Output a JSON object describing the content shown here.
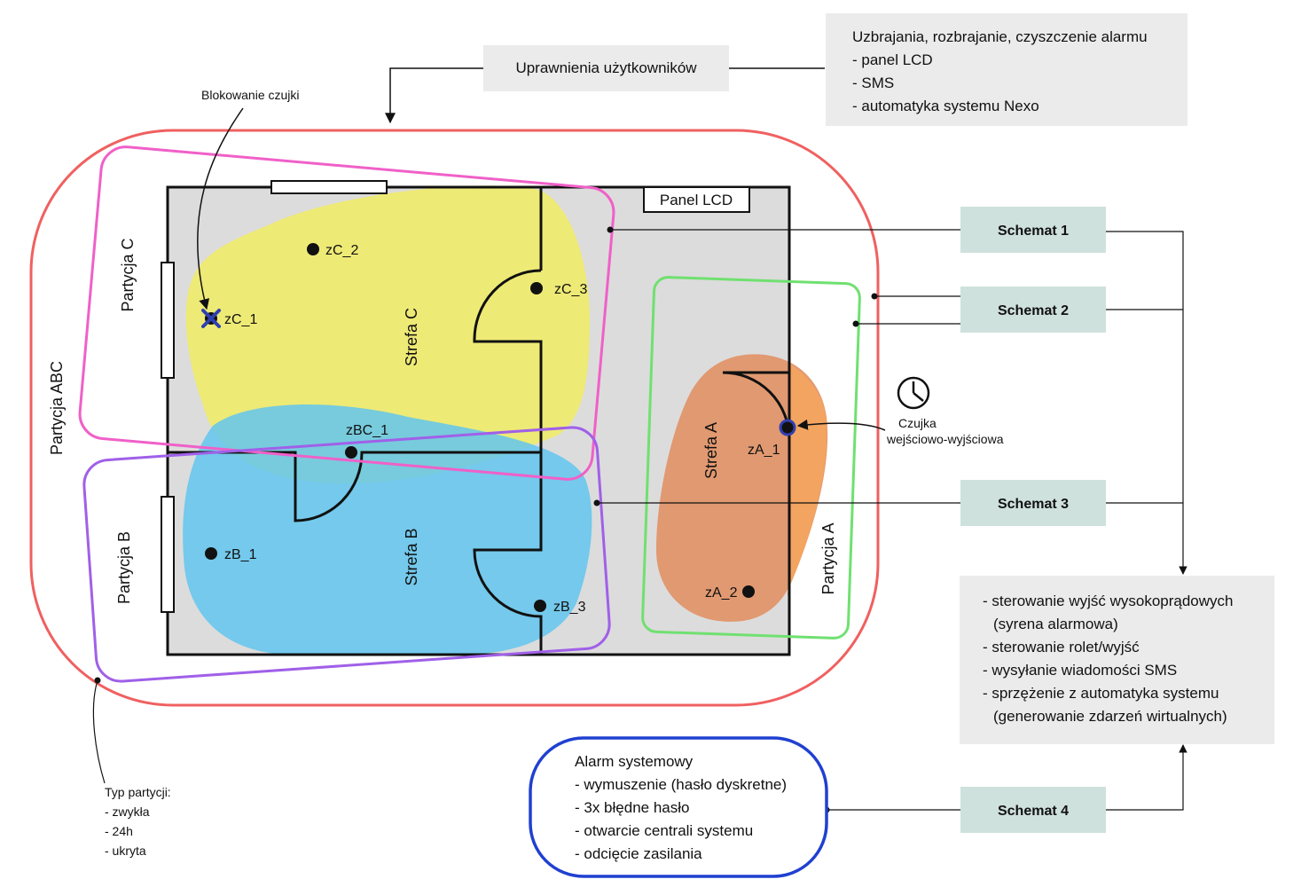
{
  "top_box": {
    "title": "Uzbrajania, rozbrajanie, czyszczenie alarmu",
    "items": [
      "- panel LCD",
      "- SMS",
      "- automatyka systemu Nexo"
    ]
  },
  "permissions_label": "Uprawnienia użytkowników",
  "blocking_label": "Blokowanie czujki",
  "panel_lcd": "Panel LCD",
  "partitions": {
    "abc": "Partycja ABC",
    "a": "Partycja A",
    "b": "Partycja B",
    "c": "Partycja C"
  },
  "zones": {
    "a": "Strefa A",
    "b": "Strefa B",
    "c": "Strefa C"
  },
  "sensors": {
    "zC_1": "zC_1",
    "zC_2": "zC_2",
    "zC_3": "zC_3",
    "zBC_1": "zBC_1",
    "zB_1": "zB_1",
    "zB_3": "zB_3",
    "zA_1": "zA_1",
    "zA_2": "zA_2"
  },
  "entry_exit_sensor": {
    "line1": "Czujka",
    "line2": "wejściowo-wyjściowa"
  },
  "schematy": [
    "Schemat 1",
    "Schemat 2",
    "Schemat 3",
    "Schemat 4"
  ],
  "actions_box": {
    "lines": [
      "- sterowanie wyjść wysokoprądowych",
      "(syrena alarmowa)",
      "- sterowanie rolet/wyjść",
      "- wysyłanie wiadomości SMS",
      "- sprzężenie z automatyka systemu",
      "(generowanie zdarzeń wirtualnych)"
    ]
  },
  "system_alarm": {
    "title": "Alarm systemowy",
    "items": [
      "- wymuszenie (hasło dyskretne)",
      "- 3x błędne hasło",
      "- otwarcie centrali systemu",
      "- odcięcie zasilania"
    ]
  },
  "partition_types": {
    "title": "Typ partycji:",
    "items": [
      "- zwykła",
      "- 24h",
      "- ukryta"
    ]
  },
  "colors": {
    "partition_abc": "#f06060",
    "partition_c": "#f060c8",
    "partition_b": "#a060e8",
    "partition_a": "#70e070",
    "zone_c": "#eeea70",
    "zone_b": "#62c6ee",
    "zone_a": "#e0956a",
    "zone_a_light": "#f5a55e",
    "schemat_box": "#cfe1dc",
    "info_box": "#ebebeb",
    "floor": "#dcdcdc",
    "alarm_border": "#2040d0",
    "blocked_marker": "#3040b0"
  }
}
